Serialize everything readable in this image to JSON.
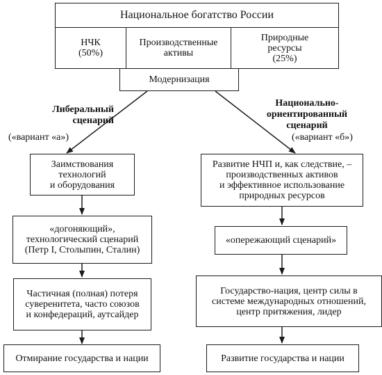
{
  "top": {
    "title": "Национальное богатство России",
    "cells": [
      "НЧК\n(50%)",
      "Производственные\nактивы",
      "Природные\nресурсы\n(25%)"
    ],
    "modernization": "Модернизация"
  },
  "left": {
    "scenario": "Либеральный\nсценарий",
    "variant": "(«вариант «а»)",
    "steps": [
      "Заимствования\nтехнологий\nи оборудования",
      "«догоняющий»,\nтехнологический сценарий\n(Петр I, Столыпин, Сталин)",
      "Частичная (полная) потеря\nсуверенитета, часто союзов\nи конфедераций, аутсайдер",
      "Отмирание государства и нации"
    ]
  },
  "right": {
    "scenario": "Национально-\nориентированный\nсценарий",
    "variant": "(«вариант «б»)",
    "steps": [
      "Развитие НЧП и, как следствие, –\nпроизводственных активов\nи эффективное использование\nприродных ресурсов",
      "«опережающий сценарий»",
      "Государство-нация, центр силы в\nсистеме международных отношений,\nцентр притяжения, лидер",
      "Развитие государства и нации"
    ]
  }
}
